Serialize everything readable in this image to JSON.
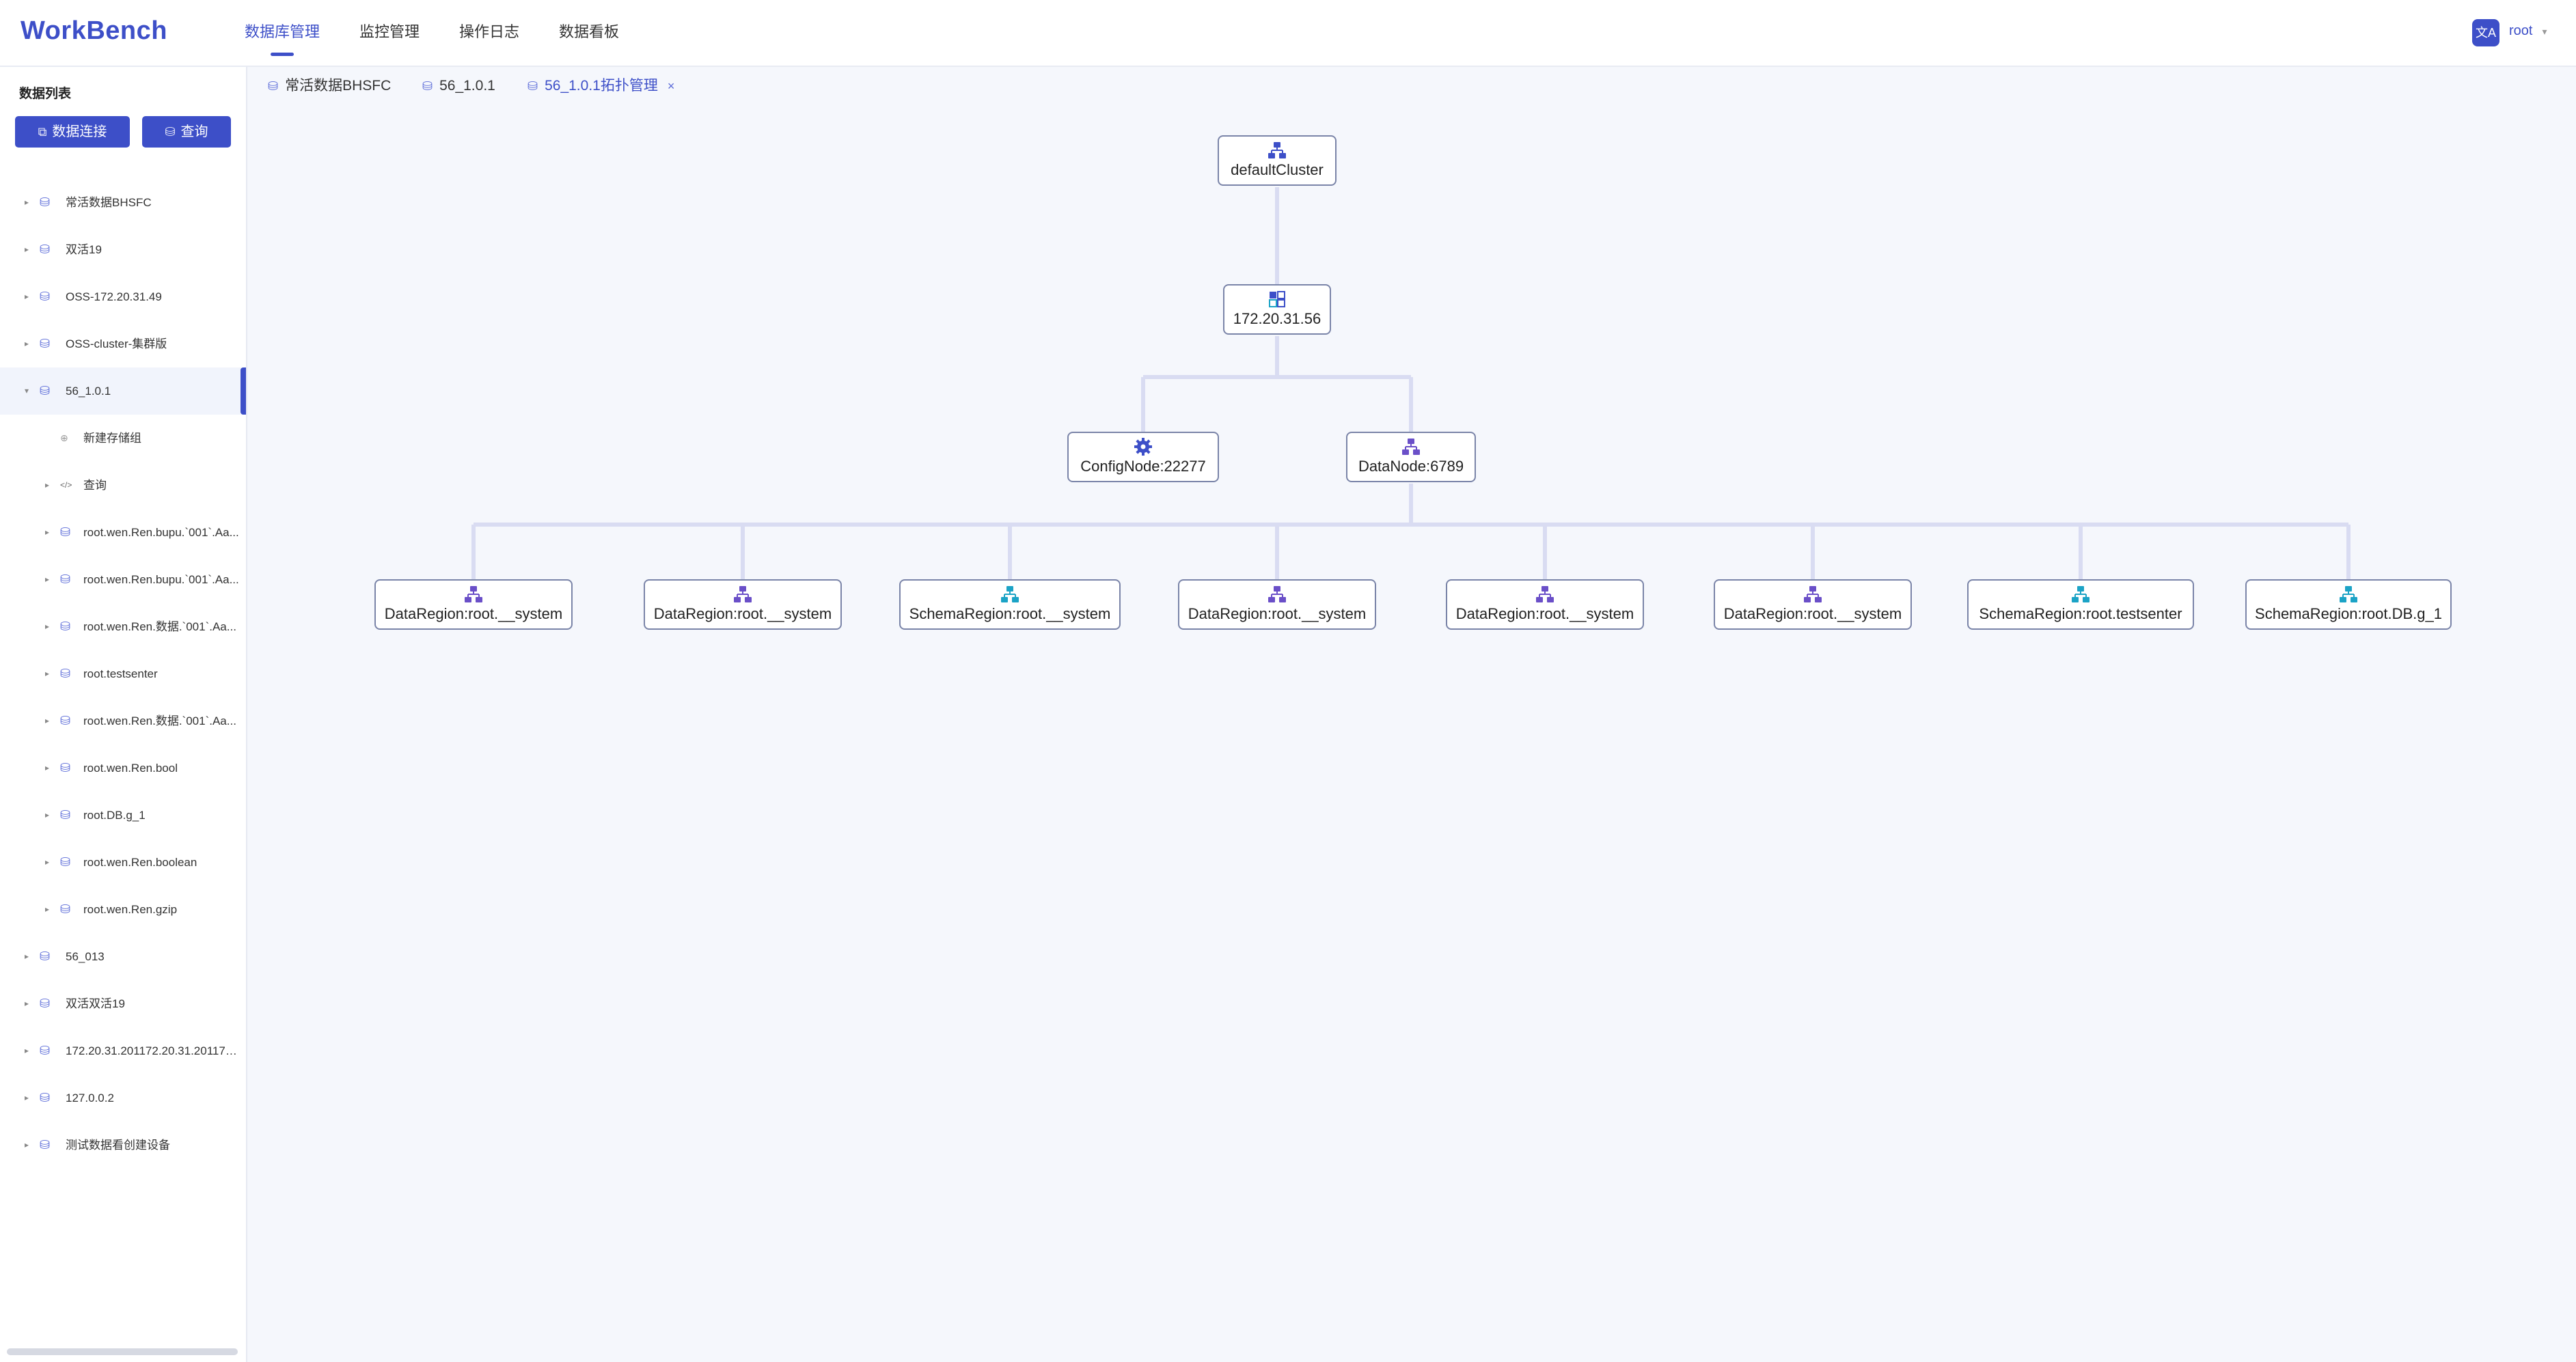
{
  "header": {
    "logo": "WorkBench",
    "nav": [
      "数据库管理",
      "监控管理",
      "操作日志",
      "数据看板"
    ],
    "lang_icon": "文A",
    "user": "root"
  },
  "sidebar": {
    "title": "数据列表",
    "buttons": {
      "connect": "数据连接",
      "query": "查询"
    },
    "items": [
      {
        "label": "常活数据BHSFC",
        "level": 0
      },
      {
        "label": "双活19",
        "level": 0
      },
      {
        "label": "OSS-172.20.31.49",
        "level": 0
      },
      {
        "label": "OSS-cluster-集群版",
        "level": 0
      },
      {
        "label": "56_1.0.1",
        "level": 0,
        "expanded": true,
        "selected": true
      },
      {
        "label": "新建存储组",
        "level": 1,
        "icon": "plus"
      },
      {
        "label": "查询",
        "level": 1,
        "icon": "code"
      },
      {
        "label": "root.wen.Ren.bupu.`001`.Aa...",
        "level": 1,
        "icon": "db"
      },
      {
        "label": "root.wen.Ren.bupu.`001`.Aa...",
        "level": 1,
        "icon": "db"
      },
      {
        "label": "root.wen.Ren.数据.`001`.Aa...",
        "level": 1,
        "icon": "db"
      },
      {
        "label": "root.testsenter",
        "level": 1,
        "icon": "db"
      },
      {
        "label": "root.wen.Ren.数据.`001`.Aa...",
        "level": 1,
        "icon": "db"
      },
      {
        "label": "root.wen.Ren.bool",
        "level": 1,
        "icon": "db"
      },
      {
        "label": "root.DB.g_1",
        "level": 1,
        "icon": "db"
      },
      {
        "label": "root.wen.Ren.boolean",
        "level": 1,
        "icon": "db"
      },
      {
        "label": "root.wen.Ren.gzip",
        "level": 1,
        "icon": "db"
      },
      {
        "label": "56_013",
        "level": 0
      },
      {
        "label": "双活双活19",
        "level": 0
      },
      {
        "label": "172.20.31.201172.20.31.201172...",
        "level": 0
      },
      {
        "label": "127.0.0.2",
        "level": 0
      },
      {
        "label": "测试数据看创建设备",
        "level": 0
      }
    ]
  },
  "tabs": [
    {
      "label": "常活数据BHSFC",
      "active": false
    },
    {
      "label": "56_1.0.1",
      "active": false
    },
    {
      "label": "56_1.0.1拓扑管理",
      "active": true,
      "close": "×"
    }
  ],
  "topology": {
    "root": {
      "label": "defaultCluster",
      "icon": "cluster-icon"
    },
    "host": {
      "label": "172.20.31.56",
      "icon": "host-icon"
    },
    "config": {
      "label": "ConfigNode:22277",
      "icon": "gear-icon"
    },
    "data": {
      "label": "DataNode:6789",
      "icon": "datanode-icon"
    },
    "regions": [
      {
        "label": "DataRegion:root.__system",
        "kind": "data"
      },
      {
        "label": "DataRegion:root.__system",
        "kind": "data"
      },
      {
        "label": "SchemaRegion:root.__system",
        "kind": "schema"
      },
      {
        "label": "DataRegion:root.__system",
        "kind": "data"
      },
      {
        "label": "DataRegion:root.__system",
        "kind": "data"
      },
      {
        "label": "DataRegion:root.__system",
        "kind": "data"
      },
      {
        "label": "SchemaRegion:root.testsenter",
        "kind": "schema"
      },
      {
        "label": "SchemaRegion:root.DB.g_1",
        "kind": "schema"
      }
    ],
    "colors": {
      "data": "#6a4fc8",
      "schema": "#1ba3c6",
      "accent": "#3d4fc8",
      "edge": "#d9dcf2"
    }
  }
}
